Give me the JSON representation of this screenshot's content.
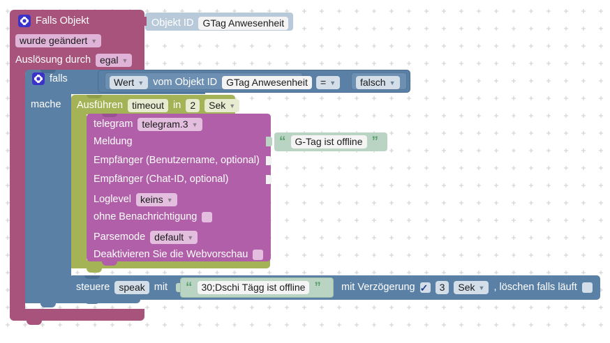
{
  "app": {
    "title": "Blockly script editor",
    "canvas_background": "#ffffff",
    "grid_color": "#cfcfcf",
    "grid_spacing": 25
  },
  "colors": {
    "trigger_pink": "#a8537c",
    "value_lightblue": "#b8cada",
    "control_blue": "#5b80a5",
    "timeout_olive": "#a4b356",
    "telegram_purple": "#b05fa8",
    "text_green": "#b9d4c2",
    "gear_blue": "#3b33c9"
  },
  "blocks": {
    "trigger": {
      "name": "falls-objekt-trigger",
      "gear_icon": "gear-icon",
      "title": "Falls Objekt",
      "object_id_label": "Objekt ID",
      "object_id_value": "GTag Anwesenheit",
      "change_mode": "wurde geändert",
      "trigger_by_label": "Auslösung durch",
      "trigger_by_value": "egal"
    },
    "if_block": {
      "name": "falls-if-block",
      "gear_icon": "gear-icon",
      "if_label": "falls",
      "do_label": "mache",
      "condition": {
        "mode": "Wert",
        "from_label": "vom Objekt ID",
        "object_id": "GTag Anwesenheit",
        "operator": "=",
        "compare_value": "falsch"
      }
    },
    "timeout": {
      "name": "ausfuehren-timeout-block",
      "run_label": "Ausführen",
      "timer_name": "timeout",
      "in_label": "in",
      "delay_value": "2",
      "unit": "Sek"
    },
    "telegram": {
      "name": "telegram-send-block",
      "rows": [
        {
          "label": "telegram",
          "field": "telegram.3",
          "type": "dropdown"
        },
        {
          "label": "Meldung",
          "field": "",
          "type": "socket"
        },
        {
          "label": "Empfänger (Benutzername, optional)",
          "field": "",
          "type": "socket"
        },
        {
          "label": "Empfänger (Chat-ID, optional)",
          "field": "",
          "type": "socket"
        },
        {
          "label": "Loglevel",
          "field": "keins",
          "type": "dropdown"
        },
        {
          "label": "ohne Benachrichtigung",
          "field": "",
          "type": "checkbox",
          "checked": false
        },
        {
          "label": "Parsemode",
          "field": "default",
          "type": "dropdown"
        },
        {
          "label": "Deaktivieren Sie die Webvorschau",
          "field": "",
          "type": "checkbox",
          "checked": false
        }
      ]
    },
    "message_text": {
      "name": "message-text-block",
      "open_quote": "“",
      "value": "G-Tag ist offline",
      "close_quote": "”"
    },
    "speak": {
      "name": "steuere-speak-block",
      "control_label": "steuere",
      "target": "speak",
      "with_label": "mit",
      "text": {
        "open_quote": "“",
        "value": "30;Dschi Tägg ist offline",
        "close_quote": "”"
      },
      "delay_label": "mit Verzögerung",
      "delay_checked": true,
      "delay_check_glyph": "✓",
      "delay_value": "3",
      "delay_unit": "Sek",
      "clear_label": ", löschen falls läuft",
      "clear_checked": false
    }
  }
}
